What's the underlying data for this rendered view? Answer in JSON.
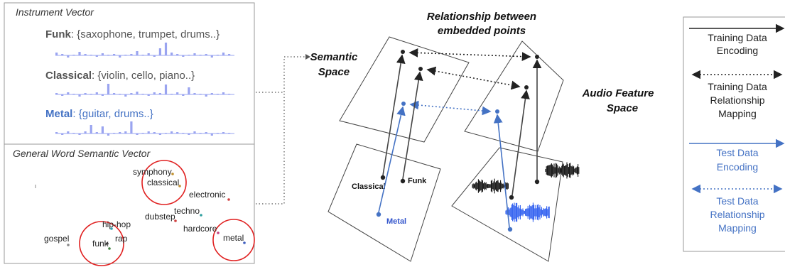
{
  "colors": {
    "black": "#222222",
    "blue": "#4472c4",
    "bar": "#9aa4f0",
    "red": "#e02020",
    "gray": "#6b6b6b"
  },
  "instrument_panel": {
    "title": "Instrument Vector",
    "rows": [
      {
        "genre": "Funk",
        "items": ": {saxophone, trumpet, drums..}"
      },
      {
        "genre": "Classical",
        "items": ": {violin, cello, piano..}"
      },
      {
        "genre": "Metal",
        "items": ": {guitar, drums..}"
      }
    ]
  },
  "word_panel": {
    "title": "General Word Semantic Vector",
    "words": [
      "symphony",
      "classical",
      "electronic",
      "techno",
      "dubstep",
      "hip-hop",
      "hardcore",
      "rap",
      "gospel",
      "funk",
      "metal"
    ]
  },
  "center": {
    "title_line1": "Relationship between",
    "title_line2": "embedded points",
    "semantic_space_line1": "Semantic",
    "semantic_space_line2": "Space",
    "audio_space_line1": "Audio Feature",
    "audio_space_line2": "Space",
    "label_classical": "Classical",
    "label_funk": "Funk",
    "label_metal": "Metal"
  },
  "legend": {
    "training_encoding": [
      "Training Data",
      "Encoding"
    ],
    "training_mapping": [
      "Training Data",
      "Relationship",
      "Mapping"
    ],
    "test_encoding": [
      "Test Data",
      "Encoding"
    ],
    "test_mapping": [
      "Test Data",
      "Relationship",
      "Mapping"
    ]
  }
}
